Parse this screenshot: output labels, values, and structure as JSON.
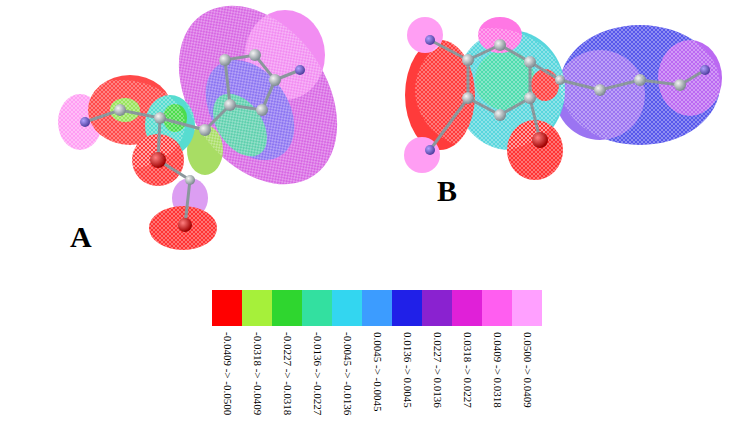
{
  "diagram": {
    "labels": [
      "A",
      "B"
    ],
    "legend": [
      {
        "text": "-0.0409 -> -0.0500",
        "color": "#ff0000"
      },
      {
        "text": "-0.0318 -> -0.0409",
        "color": "#a6f03a"
      },
      {
        "text": "-0.0227 -> -0.0318",
        "color": "#2fd62f"
      },
      {
        "text": "-0.0136 -> -0.0227",
        "color": "#33e0a0"
      },
      {
        "text": "-0.0045 -> -0.0136",
        "color": "#33d6f0"
      },
      {
        "text": "0.0045 -> -0.0045",
        "color": "#3c9cff"
      },
      {
        "text": "0.0136 -> 0.0045",
        "color": "#2020e8"
      },
      {
        "text": "0.0227 -> 0.0136",
        "color": "#8a22d0"
      },
      {
        "text": "0.0318 -> 0.0227",
        "color": "#e020d8"
      },
      {
        "text": "0.0409 -> 0.0318",
        "color": "#ff5ef0"
      },
      {
        "text": "0.0500 -> 0.0409",
        "color": "#ffa0ff"
      }
    ]
  }
}
